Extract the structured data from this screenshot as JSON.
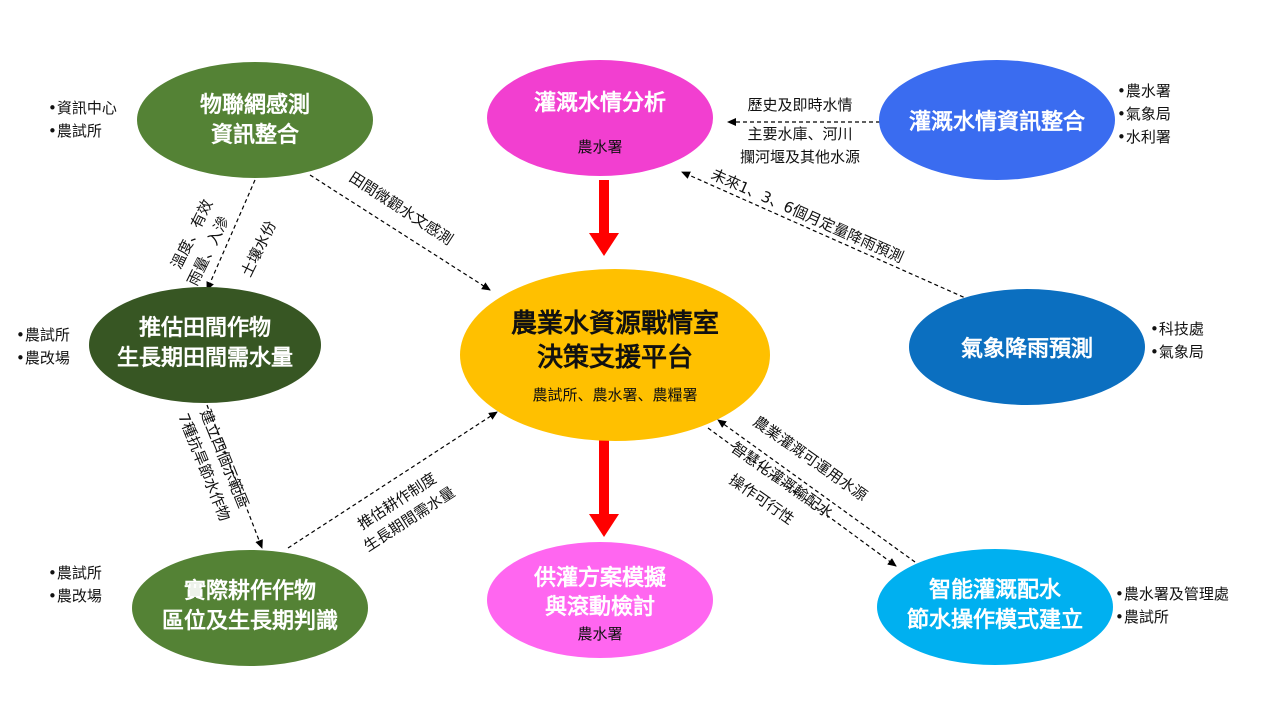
{
  "colors": {
    "iot": "#548235",
    "analysis": "#F23FD0",
    "info": "#3A6CF0",
    "estimate": "#375623",
    "center": "#FFC000",
    "weather": "#0B6FC0",
    "actual": "#548235",
    "plan": "#FF66F0",
    "smart": "#00B0F0",
    "arrow_red": "#FF0000"
  },
  "nodes": {
    "iot": {
      "line1": "物聯網感測",
      "line2": "資訊整合",
      "orgs": [
        "•資訊中心",
        "•農試所"
      ]
    },
    "analysis": {
      "title": "灌溉水情分析",
      "sub": "農水署"
    },
    "info": {
      "title": "灌溉水情資訊整合",
      "orgs": [
        "•農水署",
        "•氣象局",
        "•水利署"
      ]
    },
    "estimate": {
      "line1": "推估田間作物",
      "line2": "生長期田間需水量",
      "orgs": [
        "•農試所",
        "•農改場"
      ]
    },
    "center": {
      "line1": "農業水資源戰情室",
      "line2": "決策支援平台",
      "sub": "農試所、農水署、農糧署"
    },
    "weather": {
      "title": "氣象降雨預測",
      "orgs": [
        "•科技處",
        "•氣象局"
      ]
    },
    "actual": {
      "line1": "實際耕作作物",
      "line2": "區位及生長期判識",
      "orgs": [
        "•農試所",
        "•農改場"
      ]
    },
    "plan": {
      "line1": "供灌方案模擬",
      "line2": "與滾動檢討",
      "sub": "農水署"
    },
    "smart": {
      "line1": "智能灌溉配水",
      "line2": "節水操作模式建立",
      "orgs": [
        "•農水署及管理處",
        "•農試所"
      ]
    }
  },
  "links": {
    "iot_estimate": [
      "溫度、有效",
      "雨量、入滲",
      "土壤水份"
    ],
    "iot_center": "田間微觀水文感測",
    "info_analysis": [
      "歷史及即時水情",
      "主要水庫、河川",
      "攔河堰及其他水源"
    ],
    "weather_analysis": "未來1、3、6個月定量降雨預測",
    "estimate_actual": [
      "建立四個示範區",
      "7種抗旱節水作物"
    ],
    "actual_center": [
      "推估耕作制度",
      "生長期間需水量"
    ],
    "center_smart": [
      "農業灌溉可運用水源",
      "智慧化灌溉輸配水",
      "操作可行性"
    ]
  }
}
